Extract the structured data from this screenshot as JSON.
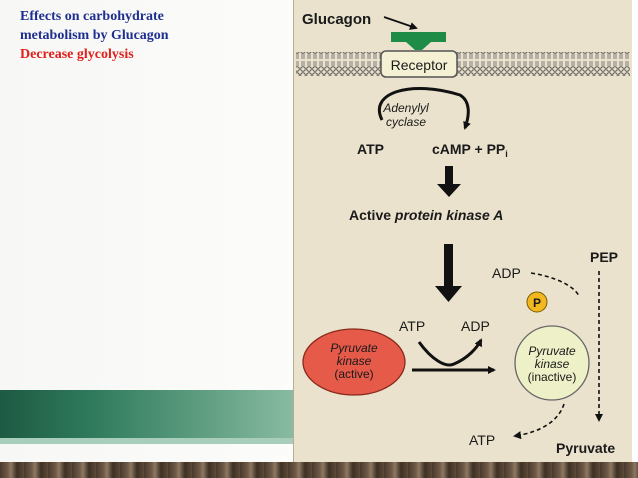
{
  "slide": {
    "title_line1": "Effects on carbohydrate",
    "title_line2": "metabolism by Glucagon",
    "subtitle": "Decrease glycolysis",
    "title_color": "#1f2f8f",
    "subtitle_color": "#e0201b"
  },
  "diagram": {
    "glucagon": "Glucagon",
    "receptor": "Receptor",
    "adenylyl_line1": "Adenylyl",
    "adenylyl_line2": "cyclase",
    "atp_top": "ATP",
    "camp": "cAMP + PP",
    "camp_sub": "i",
    "pka_prefix": "Active ",
    "pka_italic": "protein kinase A",
    "pep": "PEP",
    "adp_right": "ADP",
    "phosphate": "P",
    "atp_mid": "ATP",
    "adp_mid": "ADP",
    "pk_active_line1": "Pyruvate",
    "pk_active_line2": "kinase",
    "pk_active_line3": "(active)",
    "pk_inactive_line1": "Pyruvate",
    "pk_inactive_line2": "kinase",
    "pk_inactive_line3": "(inactive)",
    "atp_bottom": "ATP",
    "pyruvate": "Pyruvate",
    "colors": {
      "panel": "#eae2cd",
      "glucagon_block": "#1e8c46",
      "membrane": "#777777",
      "pk_active": "#e65a4a",
      "pk_inactive": "#eef0c8",
      "phosphate": "#f3b71f"
    }
  }
}
